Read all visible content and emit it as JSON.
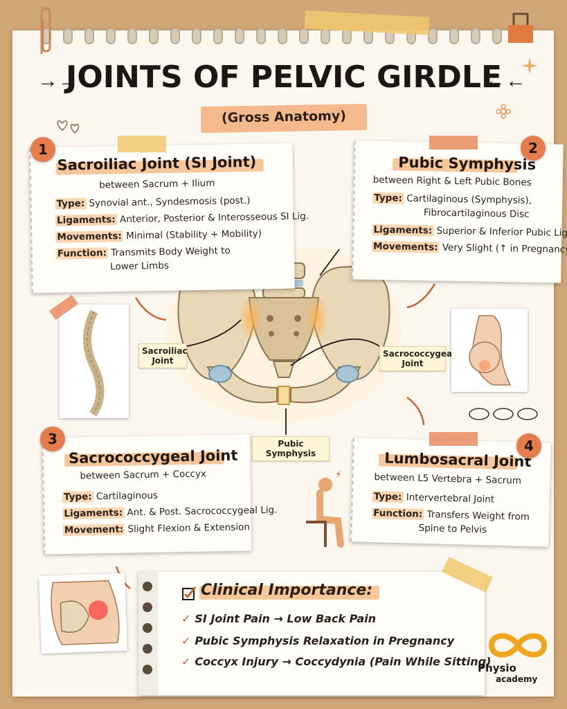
{
  "title": "JOINTS OF PELVIC GIRDLE",
  "subtitle": "(Gross Anatomy)",
  "labels": {
    "sacroiliac": "Sacroiliac Joint",
    "sacrococcygeal": "Sacrococcygeal Joint",
    "pubic": "Pubic Symphysis"
  },
  "cards": {
    "c1": {
      "number": "1",
      "title": "Sacroiliac Joint (SI Joint)",
      "between": "between Sacrum + Ilium",
      "rows": [
        {
          "key": "Type:",
          "value": "Synovial ant., Syndesmosis (post.)"
        },
        {
          "key": "Ligaments:",
          "value": "Anterior, Posterior & Interosseous SI Lig."
        },
        {
          "key": "Movements:",
          "value": "Minimal (Stability + Mobility)"
        },
        {
          "key": "Function:",
          "value": "Transmits Body Weight to"
        }
      ],
      "function_cont": "Lower Limbs"
    },
    "c2": {
      "number": "2",
      "title": "Pubic Symphysis",
      "between": "between Right & Left Pubic Bones",
      "rows": [
        {
          "key": "Type:",
          "value": "Cartilaginous (Symphysis),"
        },
        {
          "key": "Ligaments:",
          "value": "Superior & Inferior Pubic Lig."
        },
        {
          "key": "Movements:",
          "value": "Very Slight (↑ in Pregnancy)"
        }
      ],
      "type_cont": "Fibrocartilaginous Disc"
    },
    "c3": {
      "number": "3",
      "title": "Sacrococcygeal Joint",
      "between": "between Sacrum + Coccyx",
      "rows": [
        {
          "key": "Type:",
          "value": "Cartilaginous"
        },
        {
          "key": "Ligaments:",
          "value": "Ant. & Post. Sacrococcygeal Lig."
        },
        {
          "key": "Movement:",
          "value": "Slight Flexion & Extension"
        }
      ]
    },
    "c4": {
      "number": "4",
      "title": "Lumbosacral Joint",
      "between": "between L5 Vertebra + Sacrum",
      "rows": [
        {
          "key": "Type:",
          "value": "Intervertebral Joint"
        },
        {
          "key": "Function:",
          "value": "Transfers Weight from"
        }
      ],
      "function_cont": "Spine to Pelvis"
    }
  },
  "clinical": {
    "title": "Clinical Importance:",
    "items": [
      "SI Joint Pain → Low Back Pain",
      "Pubic Symphysis Relaxation in Pregnancy",
      "Coccyx Injury → Coccydynia (Pain While Sitting)"
    ]
  },
  "logo": {
    "name": "Physio",
    "sub": "academy"
  },
  "colors": {
    "accent": "#e47c4c",
    "highlight": "#f6c79a",
    "paper": "#fbf7ef",
    "background": "#d2a777"
  }
}
